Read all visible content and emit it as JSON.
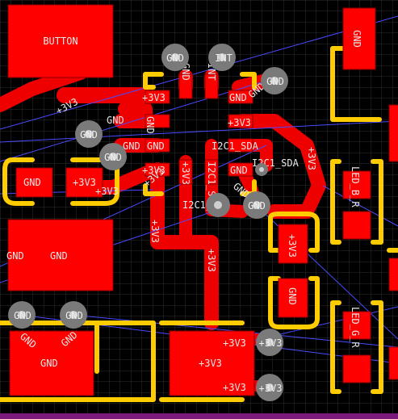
{
  "board": {
    "colors": {
      "background": "#000000",
      "grid": "#2e2e2e",
      "copper": "#ff0000",
      "trace": "#ee0000",
      "silkscreen": "#ffcc00",
      "ratsnest": "#4a4aff",
      "via": "#7a7a7a",
      "edge": "#7a1a7a"
    },
    "labels": {
      "button": "BUTTON",
      "gnd": "GND",
      "v33": "+3V3",
      "int": "INT",
      "i2c1_sda": "I2C1_SDA",
      "i2c1_scl": "I2C1_SCL",
      "i2c_scl_short": "I2C1_SCL",
      "led_b": "LED_B_R",
      "led_g": "LED_G_R"
    }
  }
}
